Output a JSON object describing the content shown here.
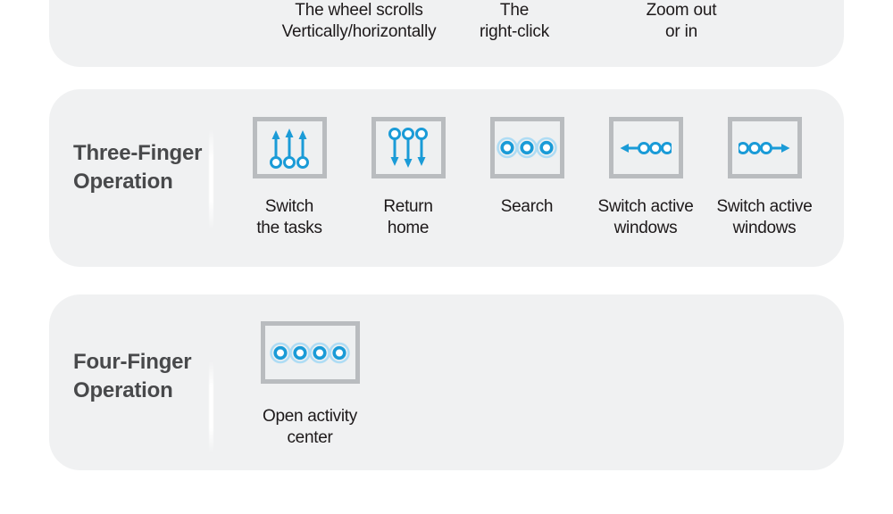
{
  "colors": {
    "page_bg": "#ffffff",
    "panel_bg": "#f0f1f2",
    "box_border": "#b9bcbf",
    "box_bg": "#eef0f1",
    "accent_blue": "#1a9bd7",
    "halo_blue": "#aedcf4",
    "heading_gray": "#48494b",
    "text_black": "#1d191a"
  },
  "top_section": {
    "labels": [
      {
        "lines": [
          "The wheel scrolls",
          "Vertically/horizontally"
        ]
      },
      {
        "lines": [
          "The",
          "right-click"
        ]
      },
      {
        "lines": [
          "Zoom out",
          "or in"
        ]
      }
    ]
  },
  "sections": [
    {
      "title": [
        "Three-Finger",
        "Operation"
      ],
      "items": [
        {
          "icon": "three-finger-swipe-up-icon",
          "label": [
            "Switch",
            "the tasks"
          ]
        },
        {
          "icon": "three-finger-swipe-down-icon",
          "label": [
            "Return",
            "home"
          ]
        },
        {
          "icon": "three-finger-tap-icon",
          "label": [
            "Search"
          ]
        },
        {
          "icon": "three-finger-swipe-left-icon",
          "label": [
            "Switch active",
            "windows"
          ]
        },
        {
          "icon": "three-finger-swipe-right-icon",
          "label": [
            "Switch active",
            "windows"
          ]
        }
      ]
    },
    {
      "title": [
        "Four-Finger",
        "Operation"
      ],
      "items": [
        {
          "icon": "four-finger-tap-icon",
          "label": [
            "Open activity",
            "center"
          ]
        }
      ]
    }
  ]
}
